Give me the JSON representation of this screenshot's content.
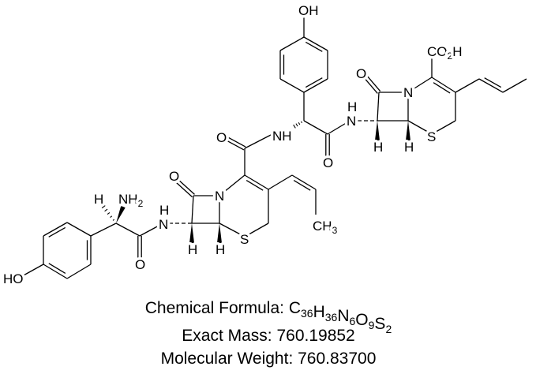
{
  "structure": {
    "labels": {
      "ho_left": "HO",
      "h_alpha": "H",
      "nh2_n": "NH",
      "nh2_sub": "2",
      "amide1_o": "O",
      "amide1_n": "N",
      "amide1_h": "H",
      "lactam1_o": "O",
      "lactam1_n": "N",
      "h7_left": "H",
      "h6_left": "H",
      "s_left": "S",
      "carboxamide_o": "O",
      "carboxamide_nh": "NH",
      "ch3_c": "CH",
      "ch3_sub": "3",
      "oh_top": "OH",
      "amide2_o": "O",
      "amide2_n": "N",
      "amide2_h": "H",
      "lactam2_o": "O",
      "lactam2_n": "N",
      "h7_right": "H",
      "h6_right": "H",
      "s_right": "S",
      "co2h_co": "CO",
      "co2h_sub": "2",
      "co2h_h": "H"
    }
  },
  "caption": {
    "formula_label": "Chemical Formula:",
    "formula": [
      {
        "el": "C",
        "n": "36"
      },
      {
        "el": "H",
        "n": "36"
      },
      {
        "el": "N",
        "n": "6"
      },
      {
        "el": "O",
        "n": "9"
      },
      {
        "el": "S",
        "n": "2"
      }
    ],
    "exact_mass": "Exact Mass: 760.19852",
    "molecular_weight": "Molecular Weight: 760.83700"
  }
}
